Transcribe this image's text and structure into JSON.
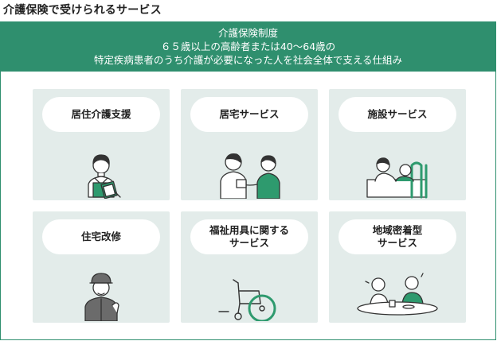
{
  "header": {
    "title": "介護保険で受けられるサービス"
  },
  "banner": {
    "line1": "介護保険制度",
    "line2": "６５歳以上の高齢者または40〜64歳の",
    "line3": "特定疾病患者のうち介護が必要になった人を社会全体で支える仕組み"
  },
  "services": [
    {
      "label_line1": "居住介護支援",
      "label_line2": ""
    },
    {
      "label_line1": "居宅サービス",
      "label_line2": ""
    },
    {
      "label_line1": "施設サービス",
      "label_line2": ""
    },
    {
      "label_line1": "住宅改修",
      "label_line2": ""
    },
    {
      "label_line1": "福祉用具に関する",
      "label_line2": "サービス"
    },
    {
      "label_line1": "地域密着型",
      "label_line2": "サービス"
    }
  ],
  "colors": {
    "accent": "#2f8f6e",
    "card_bg": "#e3ecea",
    "illustration_green": "#2e9a6e",
    "outline": "#333333"
  },
  "icons": [
    "care-manager-with-clipboard-icon",
    "caregiver-assisting-elder-icon",
    "elder-in-care-bed-icon",
    "worker-with-cap-icon",
    "wheelchair-icon",
    "elders-at-table-icon"
  ]
}
